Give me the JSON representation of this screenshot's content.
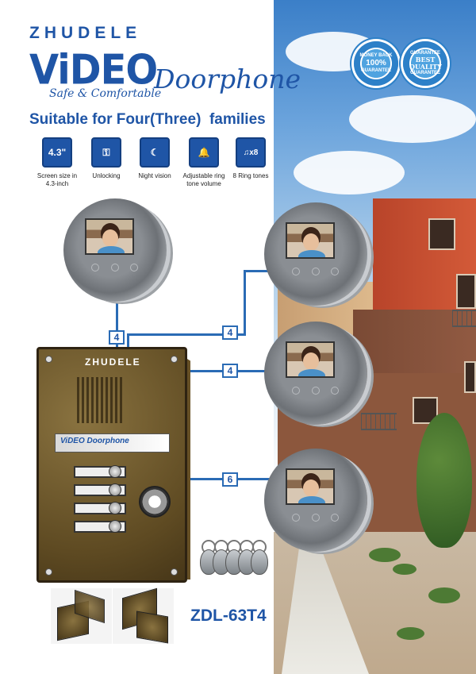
{
  "header": {
    "brand": "ZHUDELE",
    "video": "ViDEO",
    "doorphone": "Doorphone",
    "tagline": "Safe & Comfortable",
    "headline": "Suitable for Four(Three)  families"
  },
  "badges": [
    {
      "top_text": "MONEY BACK",
      "main_text": "100%",
      "bottom_text": "GUARANTEE"
    },
    {
      "top_text": "GUARANTEE",
      "main_text": "BEST QUALITY",
      "bottom_text": "GUARANTEE"
    }
  ],
  "features": [
    {
      "icon": "screen-size-icon",
      "glyph": "4.3\"",
      "label": "Screen size in 4.3-inch"
    },
    {
      "icon": "unlock-icon",
      "glyph": "⚿",
      "label": "Unlocking"
    },
    {
      "icon": "night-vision-icon",
      "glyph": "☾",
      "label": "Night vision"
    },
    {
      "icon": "volume-icon",
      "glyph": "🔔",
      "label": "Adjustable ring tone volume"
    },
    {
      "icon": "ring-tones-icon",
      "glyph": "♫x8",
      "label": "8 Ring tones"
    }
  ],
  "wiring": {
    "panel_to_monitor1": "4",
    "panel_to_monitor2": "4",
    "panel_to_monitor3": "4",
    "panel_to_monitor4": "6"
  },
  "panel": {
    "brand": "ZHUDELE",
    "strip_label": "ViDEO Doorphone"
  },
  "model": "ZDL-63T4",
  "colors": {
    "brand_blue": "#1f55a6",
    "wire_blue": "#2a6bb5"
  }
}
